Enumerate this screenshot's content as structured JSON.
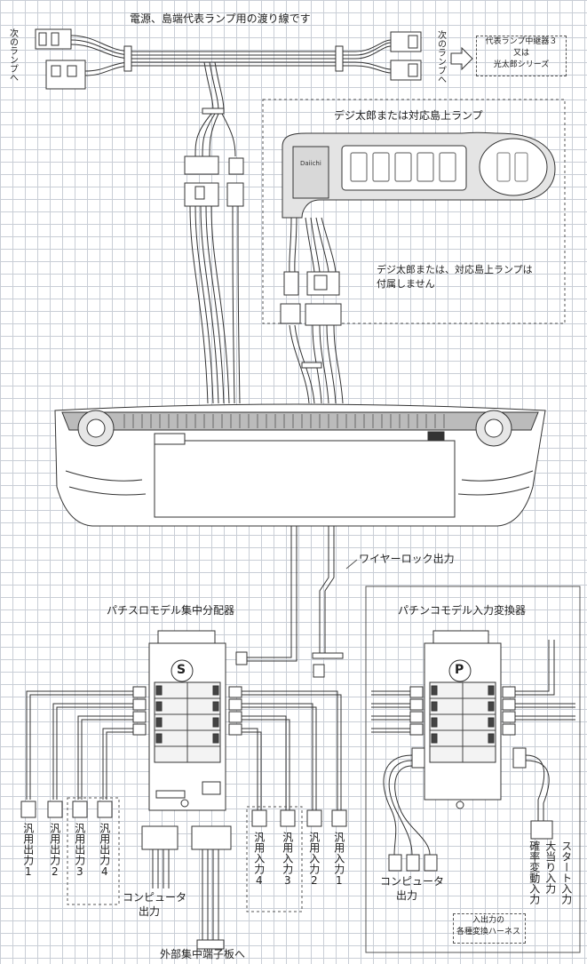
{
  "labels": {
    "top_wiring": "電源、島端代表ランプ用の渡り線です",
    "next_lamp_left": "次のランプへ",
    "next_lamp_right": "次のランプへ",
    "relay_line1": "代表ランプ中継器３",
    "relay_line2": "又は",
    "relay_line3": "光太郎シリーズ",
    "deji_title": "デジ太郎または対応島上ランプ",
    "deji_note_line1": "デジ太郎または、対応島上ランプは",
    "deji_note_line2": "付属しません",
    "wire_lock": "ワイヤーロック出力",
    "pachislo": "パチスロモデル集中分配器",
    "pachinko": "パチンコモデル入力変換器",
    "s_mark": "S",
    "p_mark": "P",
    "out1": "汎用出力1",
    "out2": "汎用出力2",
    "out3": "汎用出力3",
    "out4": "汎用出力4",
    "in4": "汎用入力4",
    "in3": "汎用入力3",
    "in2": "汎用入力2",
    "in1": "汎用入力1",
    "computer_left_1": "コンピュータ",
    "computer_left_2": "出力",
    "computer_right_1": "コンピュータ",
    "computer_right_2": "出力",
    "external_board": "外部集中端子板へ",
    "start_in": "スタート入力",
    "jackpot_in": "大当り入力",
    "prob_in": "確率変動入力",
    "harness_1": "入出力の",
    "harness_2": "各種変換ハーネス",
    "lamp_brand": "Daiichi"
  }
}
